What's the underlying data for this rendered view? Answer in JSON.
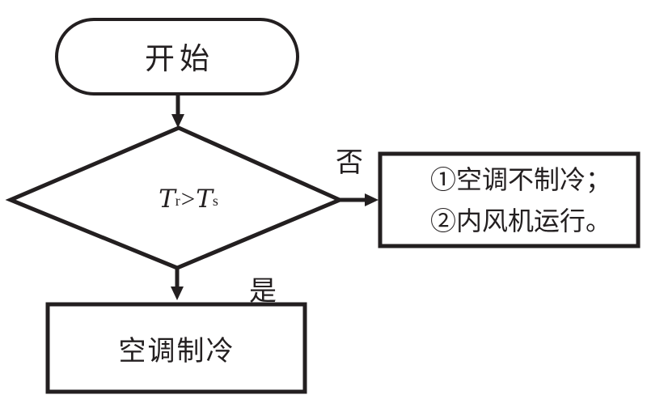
{
  "flowchart": {
    "start": {
      "label": "开始"
    },
    "decision": {
      "var1": "T",
      "sub1": "r",
      "operator": ">",
      "var2": "T",
      "sub2": "s"
    },
    "branch_no": {
      "label": "否"
    },
    "branch_yes": {
      "label": "是"
    },
    "process_no": {
      "lines": [
        "①空调不制冷；",
        "②内风机运行。"
      ]
    },
    "process_yes": {
      "label": "空调制冷"
    },
    "colors": {
      "stroke": "#231f20",
      "background": "#ffffff"
    }
  }
}
